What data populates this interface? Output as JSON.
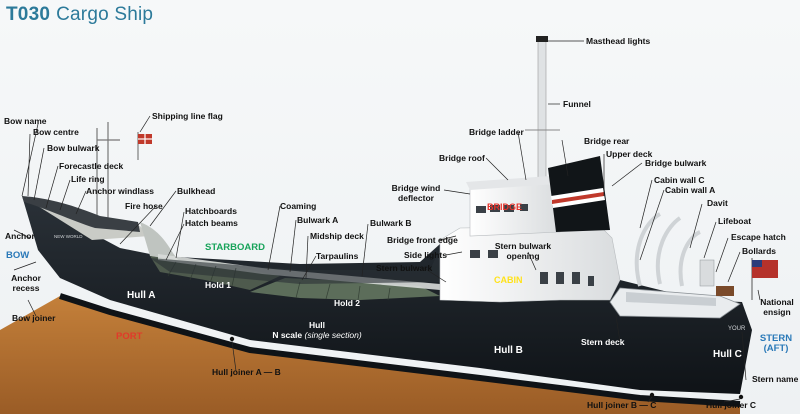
{
  "title": {
    "code": "T030",
    "name": "Cargo Ship"
  },
  "sides": {
    "starboard": "STARBOARD",
    "port": "PORT",
    "bow": "BOW",
    "stern": "STERN",
    "stern_aft": "(AFT)"
  },
  "areas": {
    "bridge": "BRIDGE",
    "cabin": "CABIN",
    "hold1": "Hold 1",
    "hold2": "Hold 2",
    "hull_a": "Hull A",
    "hull_b": "Hull B",
    "hull_c": "Hull C"
  },
  "hull_note": {
    "line1": "Hull",
    "line2_a": "N scale",
    "line2_b": "(single section)"
  },
  "labels": {
    "bow_name": "Bow name",
    "bow_centre": "Bow centre",
    "bow_bulwark": "Bow bulwark",
    "forecastle_deck": "Forecastle deck",
    "life_ring": "Life ring",
    "anchor_windlass": "Anchor windlass",
    "fire_hose": "Fire hose",
    "bulkhead": "Bulkhead",
    "hatchboards": "Hatchboards",
    "hatch_beams": "Hatch beams",
    "coaming": "Coaming",
    "bulwark_a": "Bulwark A",
    "midship_deck": "Midship deck",
    "tarpaulins": "Tarpaulins",
    "bulwark_b": "Bulwark B",
    "anchor": "Anchor",
    "anchor_recess": "Anchor recess",
    "bow_joiner": "Bow joiner",
    "shipping_line_flag": "Shipping line flag",
    "masthead_lights": "Masthead lights",
    "funnel": "Funnel",
    "bridge_ladder": "Bridge ladder",
    "bridge_rear": "Bridge rear",
    "bridge_roof": "Bridge roof",
    "upper_deck": "Upper deck",
    "bridge_bulwark": "Bridge bulwark",
    "bridge_wind_deflector": "Bridge wind deflector",
    "cabin_wall_c": "Cabin wall C",
    "cabin_wall_a": "Cabin wall A",
    "davit": "Davit",
    "lifeboat": "Lifeboat",
    "escape_hatch": "Escape hatch",
    "bollards": "Bollards",
    "bridge_front_edge": "Bridge front edge",
    "side_lights": "Side lights",
    "stern_bulwark": "Stern bulwark",
    "stern_bulwark_opening": "Stern bulwark opening",
    "national_ensign": "National ensign",
    "stern_deck": "Stern deck",
    "stern_name": "Stern name",
    "hull_joiner_ab": "Hull joiner A — B",
    "hull_joiner_bc": "Hull joiner B — C",
    "hull_joiner_c": "Hull joiner C"
  },
  "hull_markings": {
    "bow_text": "NEW WORLD",
    "stern_text": "YOUR"
  },
  "colors": {
    "title": "#2c7a9a",
    "hull": "#151a1f",
    "boot_top": "#b8702e",
    "superstructure": "#f2f3f3",
    "funnel_band": "#c0392b",
    "deck_green": "#5c6d5a"
  }
}
